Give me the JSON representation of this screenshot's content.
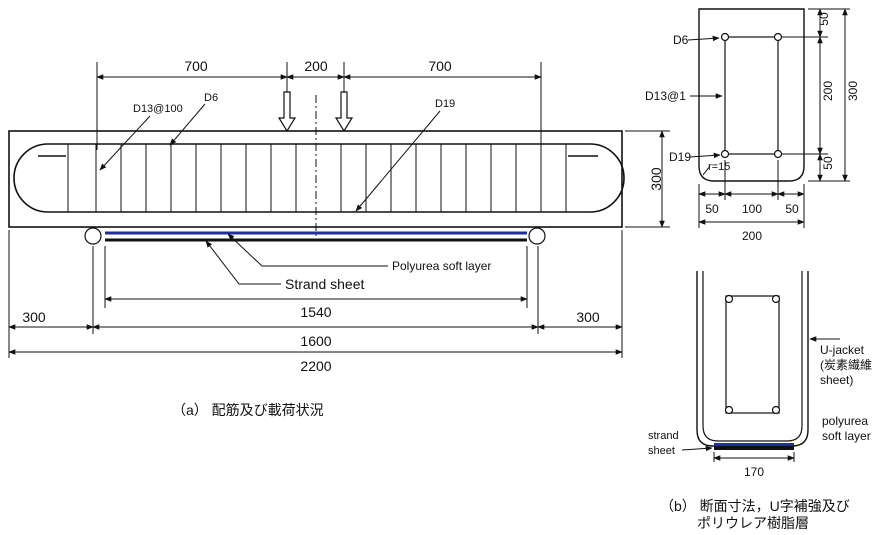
{
  "beam": {
    "dims": {
      "left_700": "700",
      "mid_200": "200",
      "right_700": "700",
      "height_300": "300",
      "strand_1540": "1540",
      "left_300": "300",
      "span_1600": "1600",
      "right_300": "300",
      "total_2200": "2200"
    },
    "labels": {
      "stirrup": "D13@100",
      "top_bar": "D6",
      "bottom_bar": "D19",
      "polyurea": "Polyurea soft layer",
      "strand": "Strand sheet"
    },
    "caption": "（a）  配筋及び載荷状況"
  },
  "section": {
    "dims": {
      "h_50_top": "50",
      "h_200": "200",
      "h_50_bot": "50",
      "h_300": "300",
      "w_50_left": "50",
      "w_100": "100",
      "w_50_right": "50",
      "w_200": "200"
    },
    "labels": {
      "top_bar": "D6",
      "stirrup": "D13@1",
      "bottom_bar": "D19",
      "radius": "r=15"
    }
  },
  "ujacket": {
    "labels": {
      "ujacket_1": "U-jacket",
      "ujacket_2": "(炭素繊維",
      "ujacket_3": "sheet)",
      "polyurea_1": "polyurea",
      "polyurea_2": "soft layer",
      "strand_1": "strand",
      "strand_2": "sheet",
      "width_170": "170"
    },
    "caption_1": "（b） 断面寸法，U字補強及び",
    "caption_2": "ポリウレア樹脂層"
  },
  "colors": {
    "line": "#111111",
    "polyurea_blue": "#1f2f9c"
  }
}
